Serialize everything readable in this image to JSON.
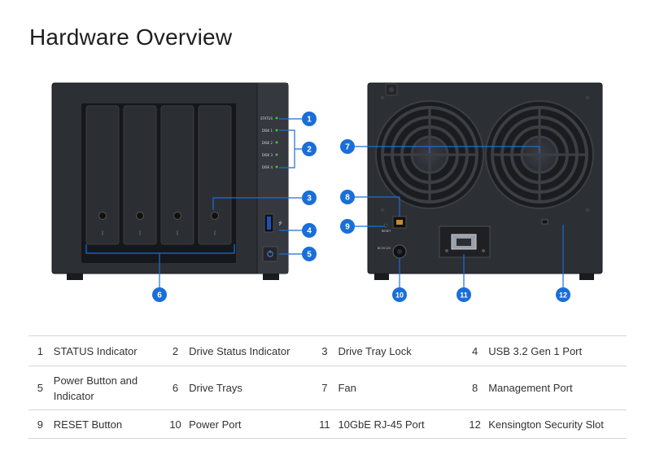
{
  "title": "Hardware Overview",
  "front_panel": {
    "indicator_labels": [
      "STATUS",
      "DISK 1",
      "DISK 2",
      "DISK 3",
      "DISK 4"
    ]
  },
  "back_panel": {
    "reset_label": "RESET",
    "power_label": "DC IN 12V"
  },
  "callouts": [
    "1",
    "2",
    "3",
    "4",
    "5",
    "6",
    "7",
    "8",
    "9",
    "10",
    "11",
    "12"
  ],
  "colors": {
    "callout": "#1a6ed8",
    "chassis": "#2b2e33",
    "chassis_dark": "#1c1e21",
    "led": "#3ec13e"
  },
  "legend": [
    [
      {
        "num": "1",
        "label": "STATUS Indicator"
      },
      {
        "num": "2",
        "label": "Drive Status Indicator"
      },
      {
        "num": "3",
        "label": "Drive Tray Lock"
      },
      {
        "num": "4",
        "label": "USB 3.2 Gen 1 Port"
      }
    ],
    [
      {
        "num": "5",
        "label": "Power Button and Indicator"
      },
      {
        "num": "6",
        "label": "Drive Trays"
      },
      {
        "num": "7",
        "label": "Fan"
      },
      {
        "num": "8",
        "label": "Management Port"
      }
    ],
    [
      {
        "num": "9",
        "label": "RESET Button"
      },
      {
        "num": "10",
        "label": "Power Port"
      },
      {
        "num": "11",
        "label": "10GbE RJ-45 Port"
      },
      {
        "num": "12",
        "label": "Kensington Security Slot"
      }
    ]
  ]
}
